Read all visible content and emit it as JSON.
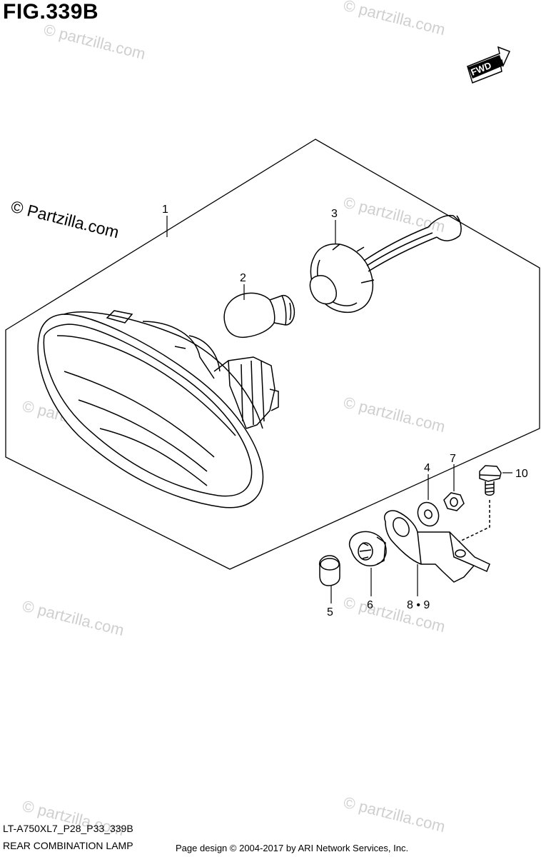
{
  "figure": {
    "title": "FIG.339B",
    "model_code": "LT-A750XL7_P28_P33_339B",
    "name": "REAR COMBINATION LAMP"
  },
  "footer": {
    "copyright": "Page design © 2004-2017 by ARI Network Services, Inc."
  },
  "fwd_label": "FWD",
  "watermark": {
    "large": "© Partzilla.com",
    "small": "© partzilla.com"
  },
  "callouts": [
    "1",
    "2",
    "3",
    "4",
    "5",
    "6",
    "7",
    "8 • 9",
    "10"
  ]
}
